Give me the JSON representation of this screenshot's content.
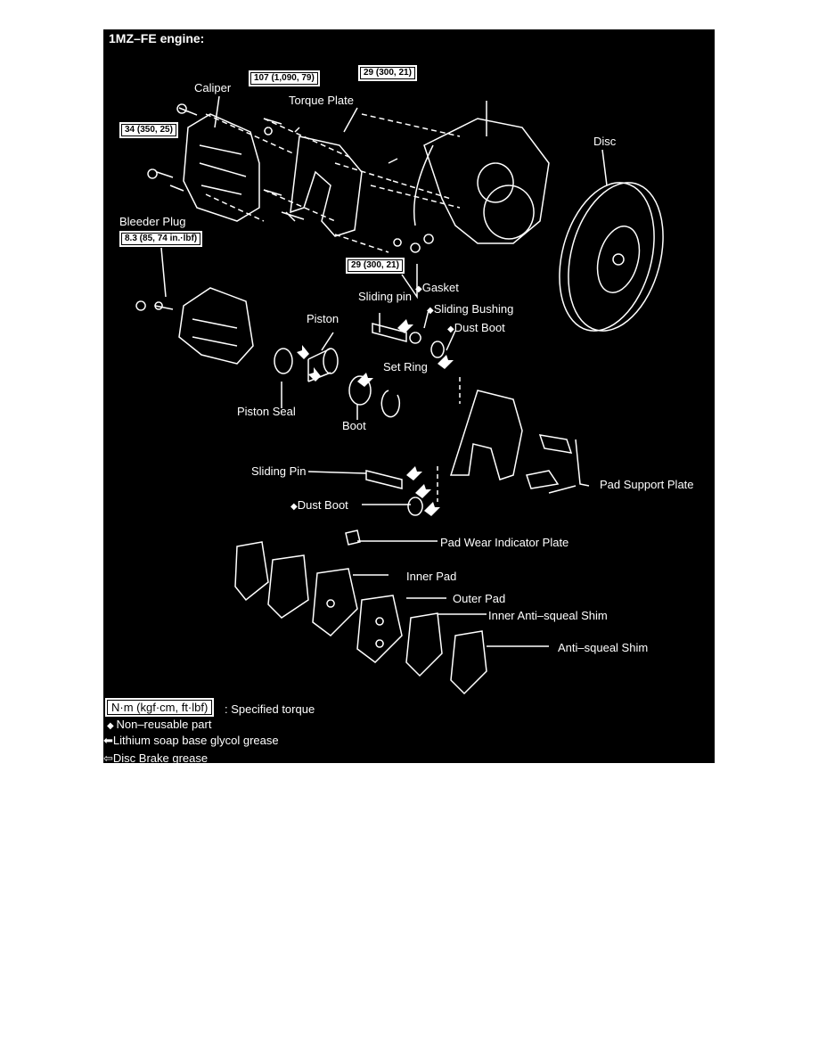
{
  "title": "1MZ–FE engine:",
  "torque": {
    "t1": "107 (1,090, 79)",
    "t2": "29 (300, 21)",
    "t3": "34 (350, 25)",
    "t4": "8.3 (85, 74 in.·lbf)",
    "t5": "29 (300, 21)"
  },
  "labels": {
    "caliper": "Caliper",
    "torque_plate": "Torque Plate",
    "disc": "Disc",
    "bleeder_plug": "Bleeder Plug",
    "gasket": "Gasket",
    "sliding_pin_upper": "Sliding pin",
    "sliding_bushing": "Sliding Bushing",
    "piston": "Piston",
    "dust_boot_upper": "Dust Boot",
    "set_ring": "Set Ring",
    "piston_seal": "Piston Seal",
    "boot": "Boot",
    "sliding_pin_lower": "Sliding Pin",
    "pad_support_plate": "Pad Support Plate",
    "dust_boot_lower": "Dust Boot",
    "pad_wear_indicator": "Pad Wear Indicator Plate",
    "inner_pad": "Inner Pad",
    "outer_pad": "Outer Pad",
    "inner_shim": "Inner Anti–squeal Shim",
    "anti_squeal_shim": "Anti–squeal Shim"
  },
  "legend": {
    "unit_box": "N·m (kgf·cm, ft·lbf)",
    "unit_text": ": Specified torque",
    "non_reusable": "Non–reusable part",
    "lithium": "Lithium soap base glycol grease",
    "disc_brake": "Disc Brake grease"
  },
  "colors": {
    "background": "#000000",
    "line": "#ffffff",
    "page": "#ffffff"
  }
}
